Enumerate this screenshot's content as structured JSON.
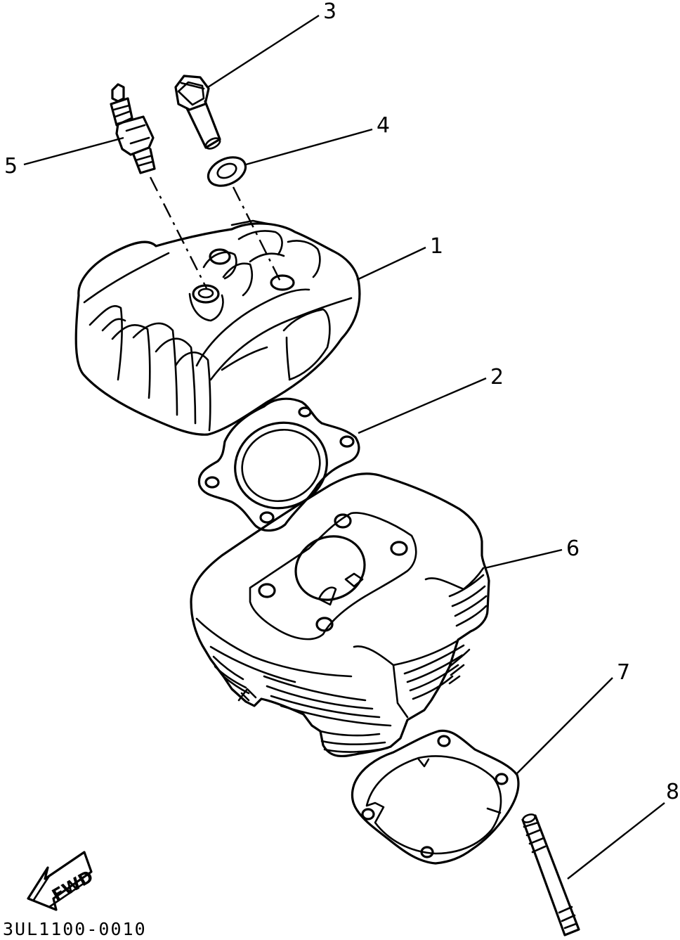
{
  "diagram_code": "3UL1100-0010",
  "fwd_label": "FWD",
  "callouts": [
    {
      "id": "callout-1",
      "label": "1"
    },
    {
      "id": "callout-2",
      "label": "2"
    },
    {
      "id": "callout-3",
      "label": "3"
    },
    {
      "id": "callout-4",
      "label": "4"
    },
    {
      "id": "callout-5",
      "label": "5"
    },
    {
      "id": "callout-6",
      "label": "6"
    },
    {
      "id": "callout-7",
      "label": "7"
    },
    {
      "id": "callout-8",
      "label": "8"
    }
  ]
}
